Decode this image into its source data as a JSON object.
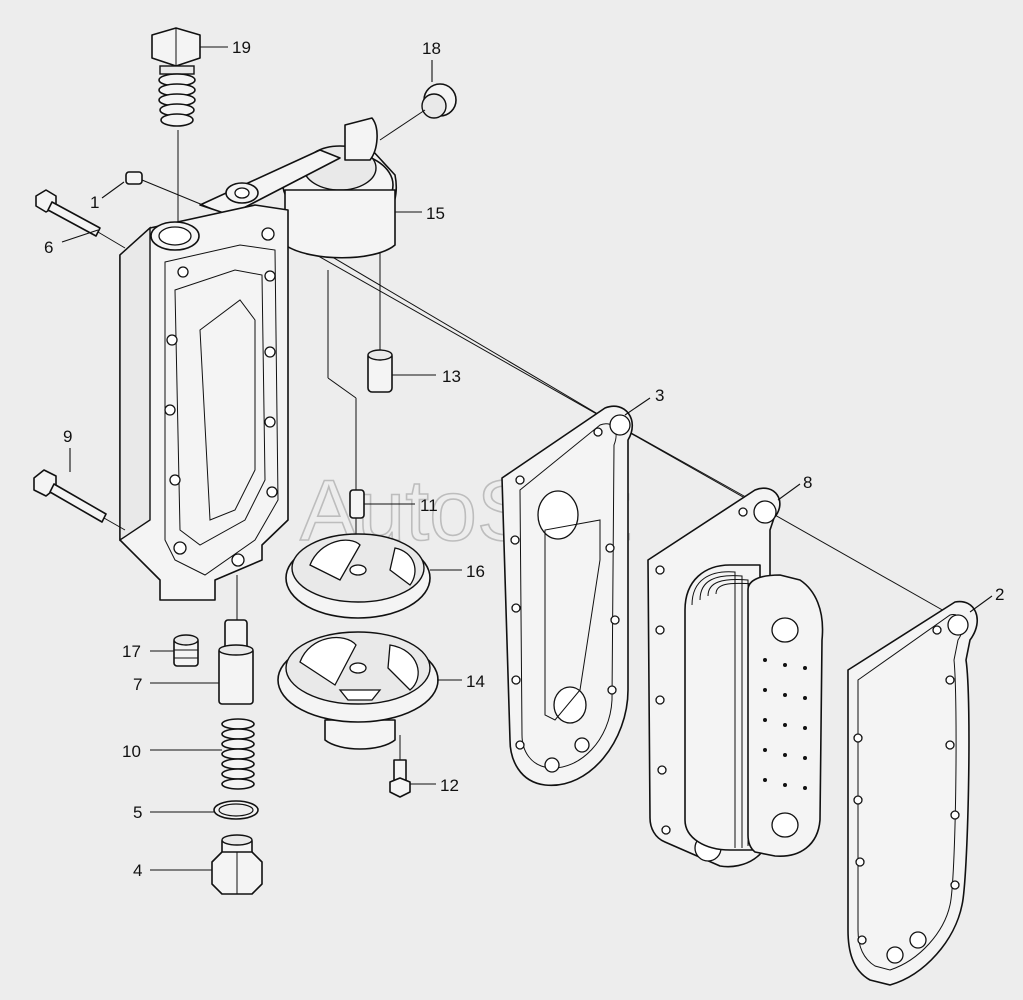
{
  "watermark": "AutoSoft",
  "colors": {
    "background": "#ededed",
    "line": "#111111",
    "watermark": "#bdbdbd"
  },
  "callouts": [
    {
      "label": "19"
    },
    {
      "label": "18"
    },
    {
      "label": "1"
    },
    {
      "label": "6"
    },
    {
      "label": "15"
    },
    {
      "label": "13"
    },
    {
      "label": "3"
    },
    {
      "label": "9"
    },
    {
      "label": "11"
    },
    {
      "label": "8"
    },
    {
      "label": "16"
    },
    {
      "label": "2"
    },
    {
      "label": "17"
    },
    {
      "label": "14"
    },
    {
      "label": "7"
    },
    {
      "label": "10"
    },
    {
      "label": "12"
    },
    {
      "label": "5"
    },
    {
      "label": "4"
    }
  ]
}
